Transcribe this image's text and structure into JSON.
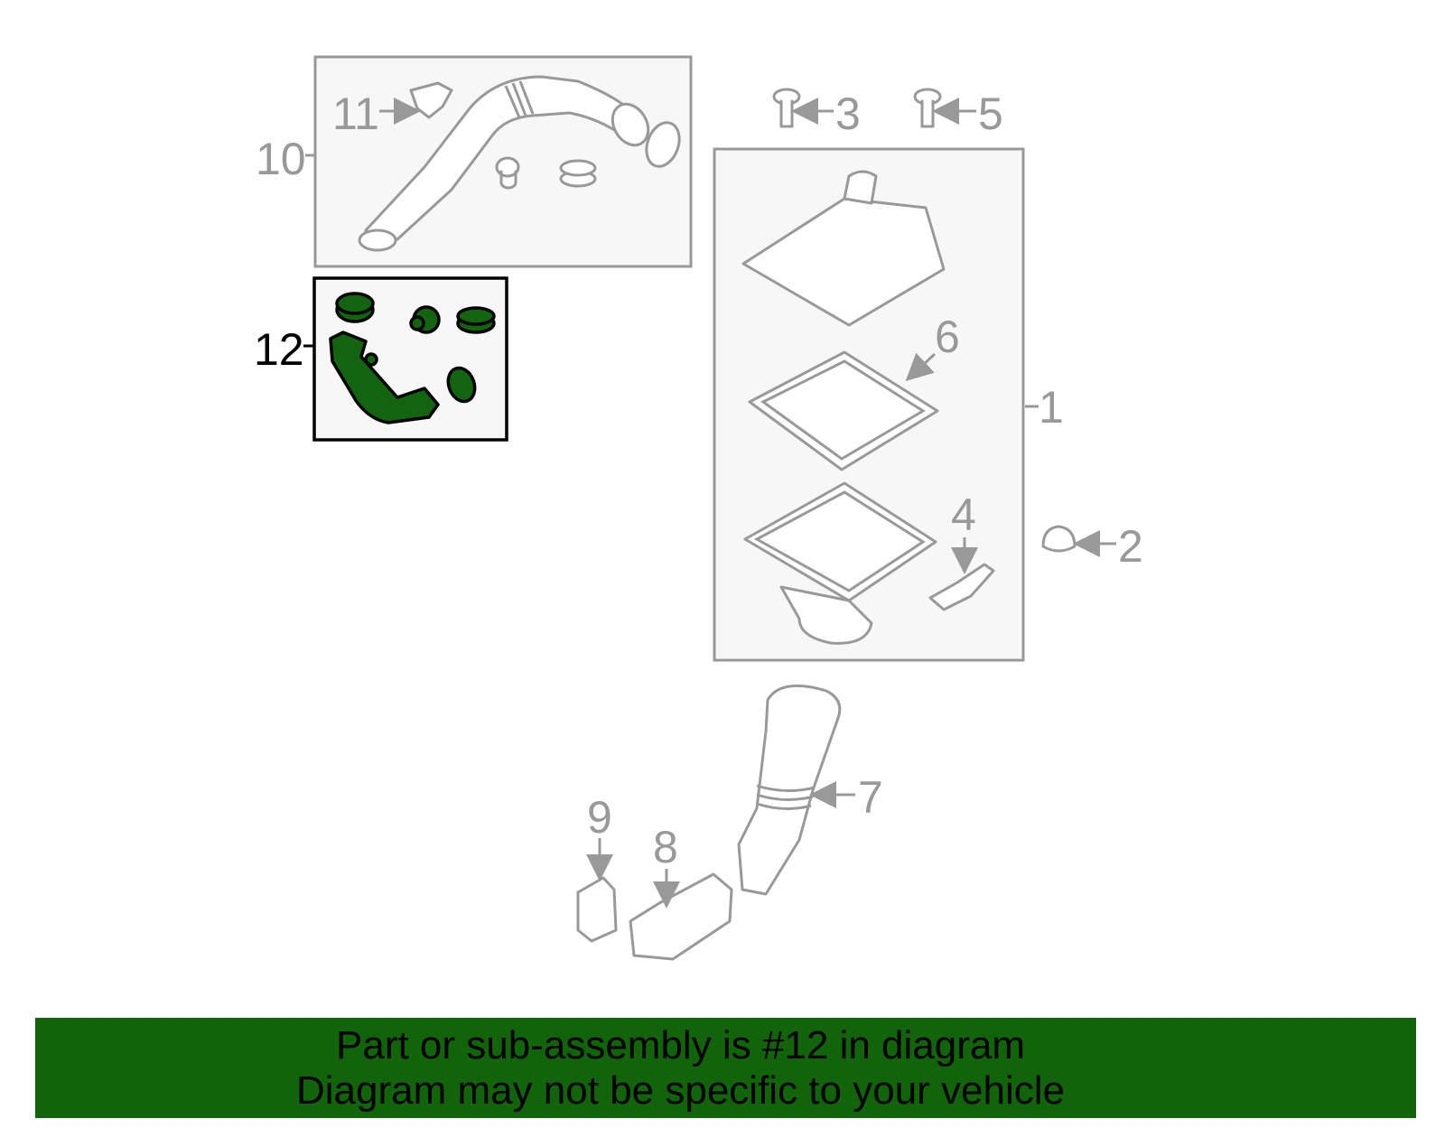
{
  "diagram": {
    "callouts": {
      "c1": "1",
      "c2": "2",
      "c3": "3",
      "c4": "4",
      "c5": "5",
      "c6": "6",
      "c7": "7",
      "c8": "8",
      "c9": "9",
      "c10": "10",
      "c11": "11",
      "c12": "12"
    },
    "highlighted_part": "12",
    "colors": {
      "highlight": "#136410",
      "outline": "#999999",
      "banner": "#11640a"
    }
  },
  "banner": {
    "line1": "Part or sub-assembly is #12 in diagram",
    "line2": "Diagram may not be specific to your vehicle"
  }
}
